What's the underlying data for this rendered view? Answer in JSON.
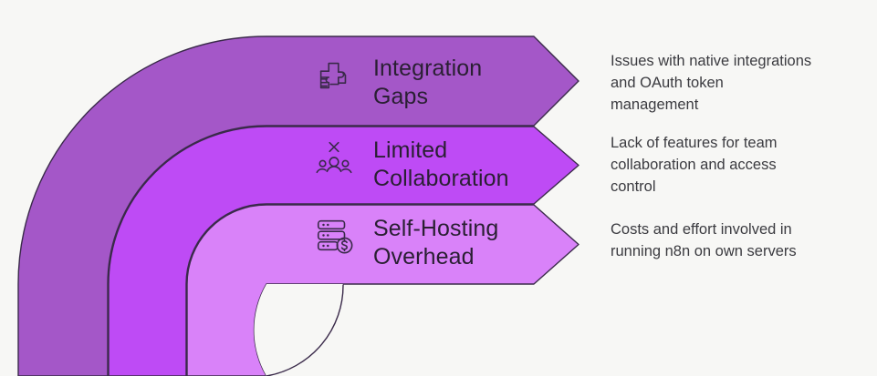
{
  "diagram": {
    "type": "curved-arrow-layers",
    "background_color": "#f7f7f5",
    "outline_color": "#3a2a4a",
    "title_color": "#2a1f33",
    "description_color": "#3b3b40",
    "bands": [
      {
        "id": "integration-gaps",
        "title": "Integration\nGaps",
        "description": "Issues with native integrations\nand OAuth token\nmanagement",
        "icon": "puzzle-pieces-icon",
        "fill_color": "#a457c8",
        "order": 1
      },
      {
        "id": "limited-collaboration",
        "title": "Limited\nCollaboration",
        "description": "Lack of features for team\ncollaboration and access\ncontrol",
        "icon": "no-group-users-icon",
        "fill_color": "#be4bf5",
        "order": 2
      },
      {
        "id": "self-hosting-overhead",
        "title": "Self-Hosting\nOverhead",
        "description": "Costs and effort involved in\nrunning n8n on own servers",
        "icon": "server-cost-icon",
        "fill_color": "#d982f9",
        "order": 3
      }
    ]
  }
}
